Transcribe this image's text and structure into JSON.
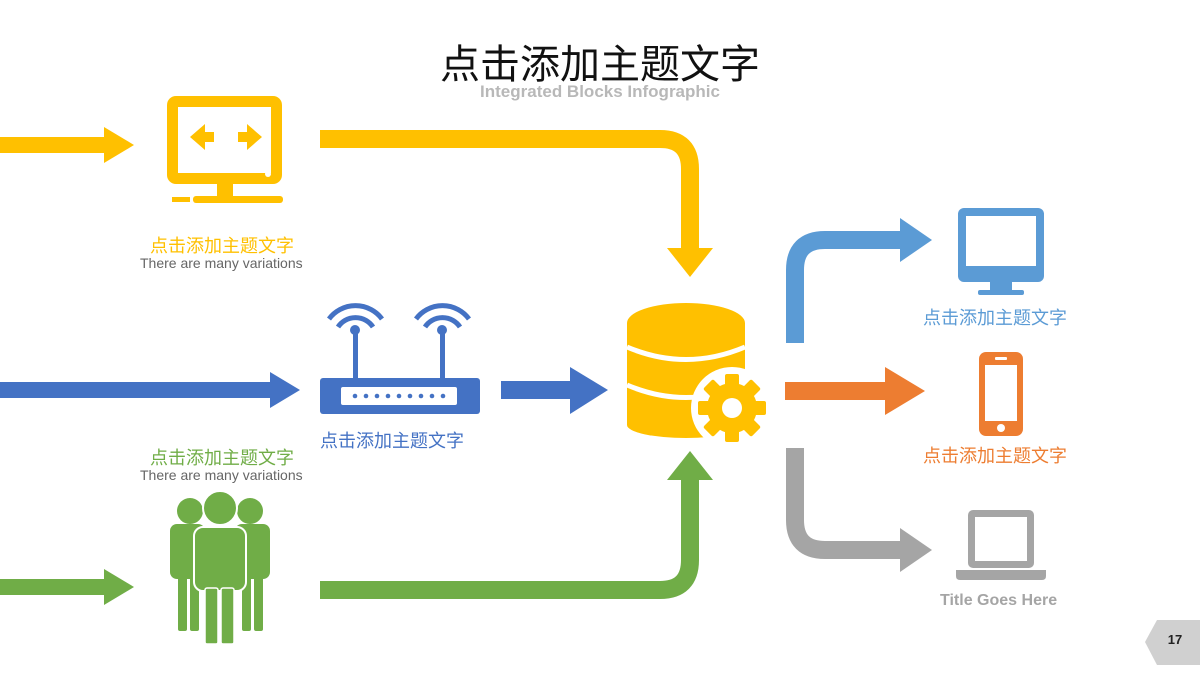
{
  "title": "点击添加主题文字",
  "subtitle": "Integrated Blocks Infographic",
  "colors": {
    "yellow": "#FFC000",
    "blue": "#4472C4",
    "green": "#70AD47",
    "light_blue": "#5B9BD5",
    "orange": "#ED7D31",
    "gray": "#A5A5A5"
  },
  "inputs": [
    {
      "icon": "monitor-code-icon",
      "label": "点击添加主题文字",
      "sub": "There are many variations"
    },
    {
      "icon": "router-icon",
      "label": "点击添加主题文字"
    },
    {
      "icon": "people-group-icon",
      "label": "点击添加主题文字",
      "sub": "There are many variations"
    }
  ],
  "hub": {
    "icon": "database-gear-icon"
  },
  "outputs": [
    {
      "icon": "desktop-monitor-icon",
      "label": "点击添加主题文字"
    },
    {
      "icon": "smartphone-icon",
      "label": "点击添加主题文字"
    },
    {
      "icon": "laptop-icon",
      "label": "Title Goes Here"
    }
  ],
  "page_number": "17"
}
